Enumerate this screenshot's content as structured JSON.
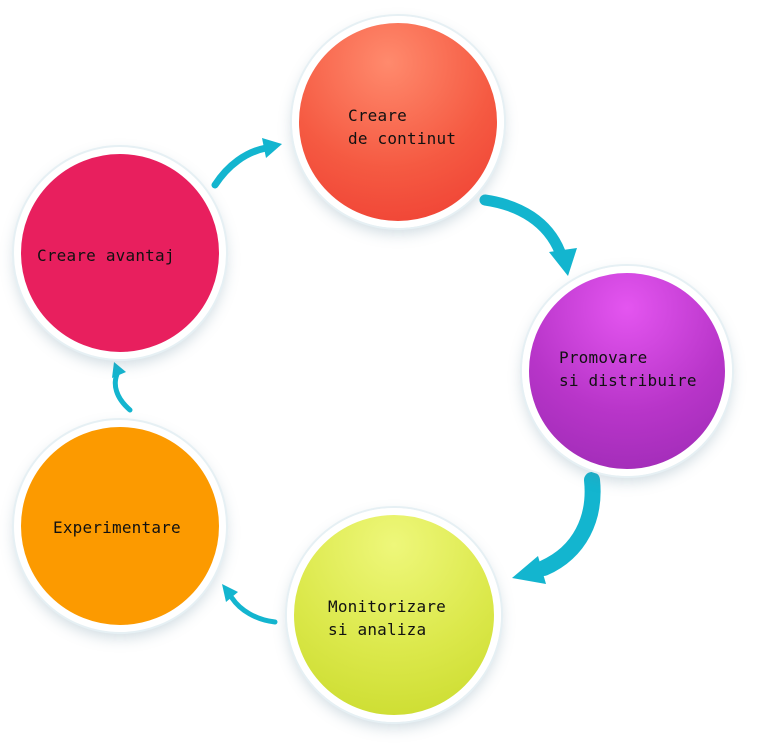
{
  "diagram": {
    "type": "cycle",
    "colors": {
      "arrow": "#13b5cf",
      "creare_continut": "#f4503d",
      "promovare": "#c03dd2",
      "monitorizare": "#d8e644",
      "experimentare": "#fc9a00",
      "avantaj": "#e81f5e"
    },
    "nodes": [
      {
        "id": "creare-de-continut",
        "label": "Creare\nde continut"
      },
      {
        "id": "promovare-si-distribuire",
        "label": "Promovare\nsi distribuire"
      },
      {
        "id": "monitorizare-si-analiza",
        "label": "Monitorizare\nsi analiza"
      },
      {
        "id": "experimentare",
        "label": "Experimentare"
      },
      {
        "id": "creare-avantaj",
        "label": "Creare avantaj"
      }
    ]
  }
}
